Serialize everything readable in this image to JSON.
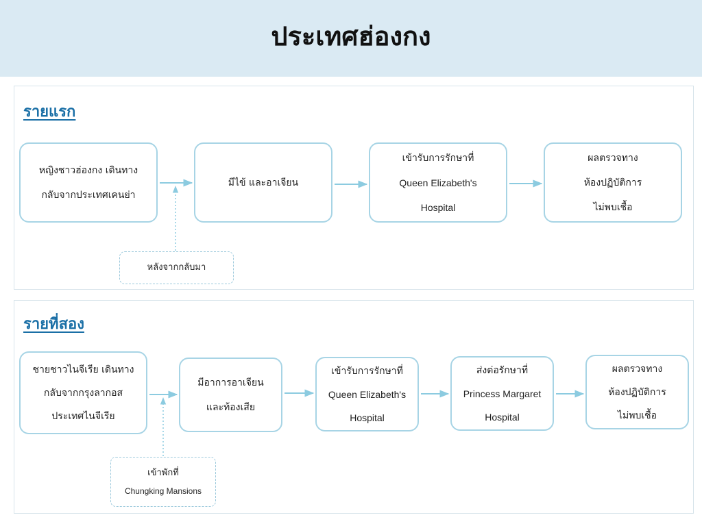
{
  "title": "ประเทศฮ่องกง",
  "case1": {
    "heading": "รายแรก",
    "steps": [
      [
        "หญิงชาวฮ่องกง เดินทาง",
        "กลับจากประเทศเคนย่า"
      ],
      [
        "มีไข้ และอาเจียน"
      ],
      [
        "เข้ารับการรักษาที่",
        "Queen Elizabeth's",
        "Hospital"
      ],
      [
        "ผลตรวจทาง",
        "ห้องปฏิบัติการ",
        "ไม่พบเชื้อ"
      ]
    ],
    "note": [
      "หลังจากกลับมา"
    ]
  },
  "case2": {
    "heading": "รายที่สอง",
    "steps": [
      [
        "ชายชาวไนจีเรีย เดินทาง",
        "กลับจากกรุงลากอส",
        "ประเทศไนจีเรีย"
      ],
      [
        "มีอาการอาเจียน",
        "และท้องเสีย"
      ],
      [
        "เข้ารับการรักษาที่",
        "Queen Elizabeth's",
        "Hospital"
      ],
      [
        "ส่งต่อรักษาที่",
        "Princess Margaret",
        "Hospital"
      ],
      [
        "ผลตรวจทาง",
        "ห้องปฏิบัติการ",
        "ไม่พบเชื้อ"
      ]
    ],
    "note": [
      "เข้าพักที่",
      "Chungking Mansions"
    ]
  },
  "colors": {
    "header_bg": "#daeaf3",
    "box_border": "#a7d4e5",
    "arrow": "#8ccbe0",
    "heading": "#1a6fa6"
  }
}
